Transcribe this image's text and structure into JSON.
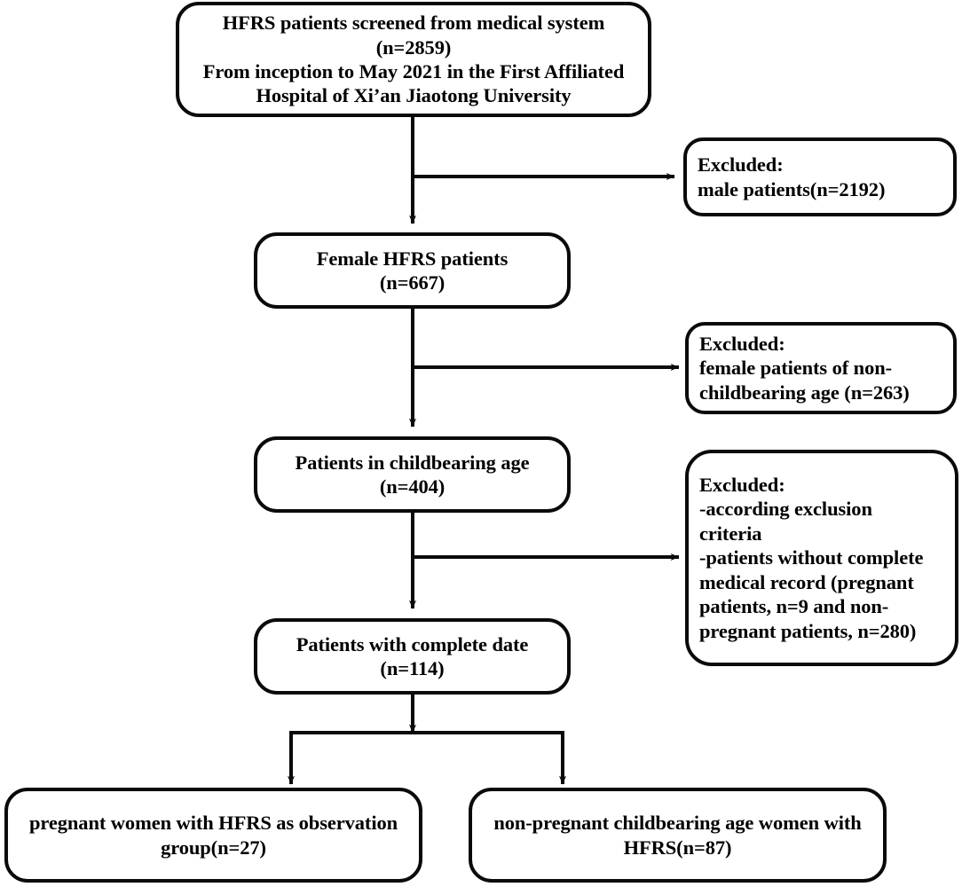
{
  "diagram": {
    "title_semantic": "patient-screening-flowchart",
    "stroke_color": "#0a0a0a",
    "background_color": "#ffffff",
    "nodes": {
      "screened": {
        "lines": [
          "HFRS patients screened from medical system",
          "(n=2859)",
          "From inception to May 2021 in the First Affiliated",
          "Hospital of Xi’an Jiaotong University"
        ],
        "count": "2859"
      },
      "female": {
        "lines": [
          "Female HFRS patients",
          "(n=667)"
        ],
        "count": "667"
      },
      "childbearing": {
        "lines": [
          "Patients in childbearing age",
          "(n=404)"
        ],
        "count": "404"
      },
      "complete": {
        "lines": [
          "Patients with complete date",
          "(n=114)"
        ],
        "count": "114"
      },
      "excluded_male": {
        "lines": [
          "Excluded:",
          "male patients(n=2192)"
        ],
        "count": "2192"
      },
      "excluded_nonchildbearing": {
        "lines": [
          "Excluded:",
          "female patients of non-",
          "childbearing age (n=263)"
        ],
        "count": "263"
      },
      "excluded_criteria": {
        "lines": [
          "Excluded:",
          "-according exclusion",
          "criteria",
          "-patients without complete",
          "medical record (pregnant",
          "patients, n=9 and non-",
          "pregnant patients, n=280)"
        ],
        "counts": [
          "9",
          "280"
        ]
      },
      "observation_group": {
        "lines": [
          "pregnant women with HFRS as observation",
          "group(n=27)"
        ],
        "count": "27"
      },
      "control_group": {
        "lines": [
          "non-pregnant childbearing age women with",
          "HFRS(n=87)"
        ],
        "count": "87"
      }
    },
    "connectors": [
      "screened-to-female",
      "screened-to-excluded-male",
      "female-to-childbearing",
      "female-to-excluded-nonchildbearing",
      "childbearing-to-complete",
      "childbearing-to-excluded-criteria",
      "complete-to-split",
      "split-to-observation-group",
      "split-to-control-group"
    ]
  }
}
